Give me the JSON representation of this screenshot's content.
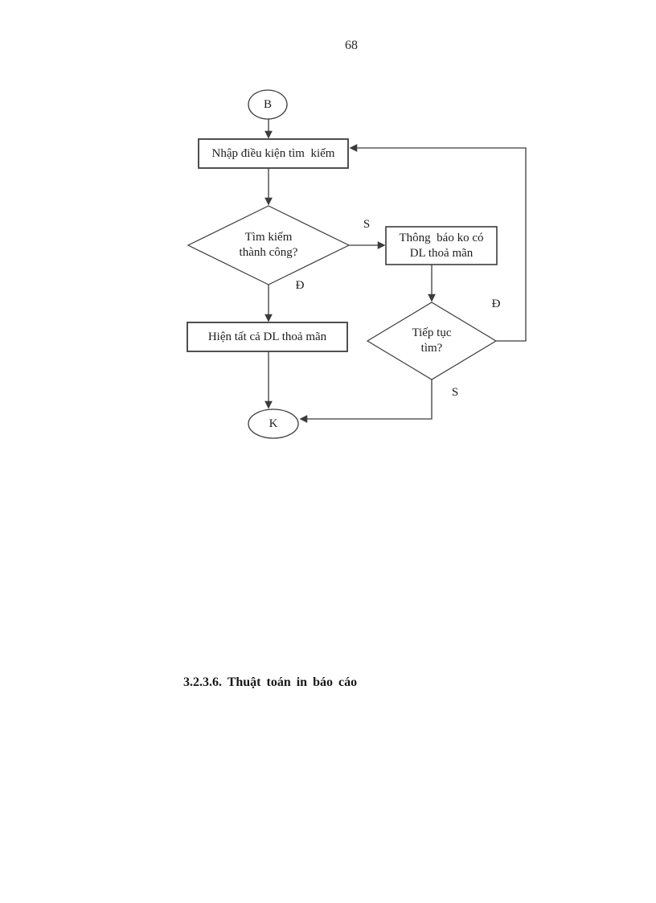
{
  "page": {
    "number": "68"
  },
  "flowchart": {
    "nodes": {
      "start": "B",
      "input_conditions": "Nhập điều kiện tìm  kiếm",
      "search_success": "Tìm kiếm\nthành công?",
      "no_data_notice": "Thông  báo ko có\nDL thoả mãn",
      "show_results": "Hiện tất cả DL thoả mãn",
      "continue_search": "Tiếp tục\ntìm?",
      "end": "K"
    },
    "edge_labels": {
      "success_no": "S",
      "success_yes": "Đ",
      "continue_yes": "Đ",
      "continue_no": "S"
    }
  },
  "heading": "3.2.3.6. Thuật toán in báo cáo"
}
